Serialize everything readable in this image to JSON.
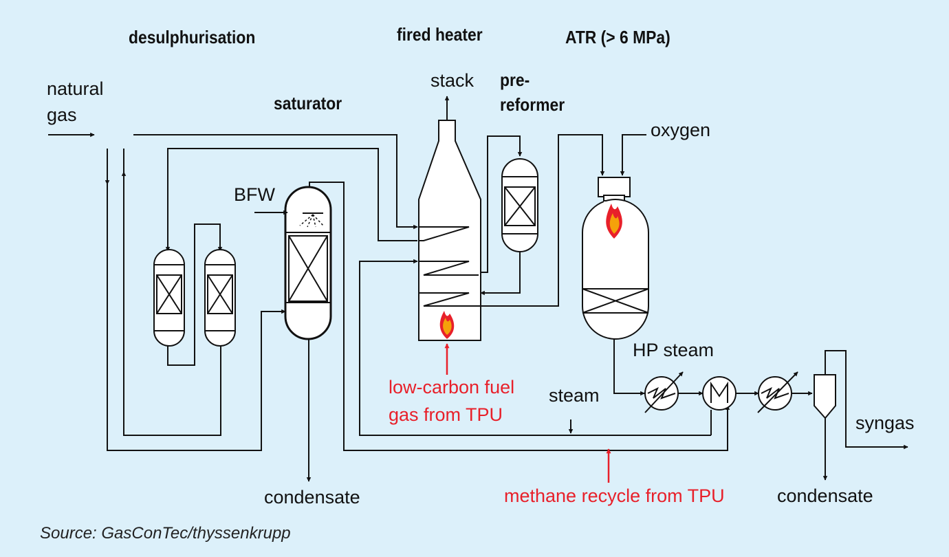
{
  "headers": {
    "desulphurisation": "desulphurisation",
    "fired_heater": "fired heater",
    "atr": "ATR (> 6 MPa)",
    "saturator": "saturator",
    "prereformer_line1": "pre-",
    "prereformer_line2": "reformer"
  },
  "streams": {
    "natural_gas_line1": "natural",
    "natural_gas_line2": "gas",
    "stack": "stack",
    "oxygen": "oxygen",
    "bfw": "BFW",
    "hp_steam": "HP steam",
    "steam": "steam",
    "syngas": "syngas",
    "condensate_left": "condensate",
    "condensate_right": "condensate",
    "fuel_gas_line1": "low-carbon fuel",
    "fuel_gas_line2": "gas from TPU",
    "methane_recycle": "methane recycle from TPU"
  },
  "source": "Source: GasConTec/thyssenkrupp",
  "colors": {
    "background": "#dcf0fa",
    "line": "#111111",
    "highlight": "#e8202a",
    "flame": "#f5a10a"
  }
}
